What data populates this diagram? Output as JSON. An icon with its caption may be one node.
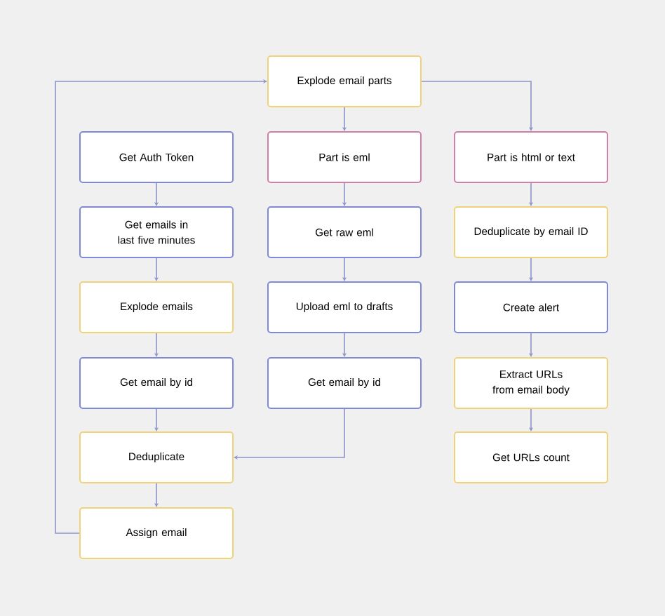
{
  "diagram": {
    "nodes": [
      {
        "text": [
          "Explode email parts"
        ]
      },
      {
        "text": [
          "Get Auth Token"
        ]
      },
      {
        "text": [
          "Get emails in last five minutes"
        ]
      },
      {
        "text": [
          "Explode emails"
        ]
      },
      {
        "text": [
          "Get email by id"
        ]
      },
      {
        "text": [
          "Deduplicate"
        ]
      },
      {
        "text": [
          "Assign email"
        ]
      },
      {
        "text": [
          "Part is eml"
        ]
      },
      {
        "text": [
          "Get raw eml"
        ]
      },
      {
        "text": [
          "Upload eml to drafts"
        ]
      },
      {
        "text": [
          "Get email by id"
        ]
      },
      {
        "text": [
          "Part is html or text"
        ]
      },
      {
        "text": [
          "Deduplicate by email ID"
        ]
      },
      {
        "text": [
          "Create alert"
        ]
      },
      {
        "text": [
          "Extract URLs from email body"
        ]
      },
      {
        "text": [
          "Get URLs count"
        ]
      }
    ],
    "edges": [
      {
        "from": 6,
        "to": 0,
        "arrow": "to"
      },
      {
        "from": 0,
        "to": 7,
        "arrow": "to"
      },
      {
        "from": 0,
        "to": 11,
        "arrow": "to"
      },
      {
        "from": 1,
        "to": 2,
        "arrow": "to"
      },
      {
        "from": 2,
        "to": 3,
        "arrow": "to"
      },
      {
        "from": 3,
        "to": 4,
        "arrow": "to"
      },
      {
        "from": 4,
        "to": 5,
        "arrow": "to"
      },
      {
        "from": 5,
        "to": 6,
        "arrow": "to"
      },
      {
        "from": 7,
        "to": 8,
        "arrow": "to"
      },
      {
        "from": 8,
        "to": 9,
        "arrow": "to"
      },
      {
        "from": 9,
        "to": 10,
        "arrow": "to"
      },
      {
        "from": 10,
        "to": 5,
        "arrow": "to"
      },
      {
        "from": 11,
        "to": 12,
        "arrow": "to"
      },
      {
        "from": 12,
        "to": 13,
        "arrow": "to"
      },
      {
        "from": 13,
        "to": 14,
        "arrow": "to"
      },
      {
        "from": 14,
        "to": 15,
        "arrow": "to"
      }
    ]
  }
}
